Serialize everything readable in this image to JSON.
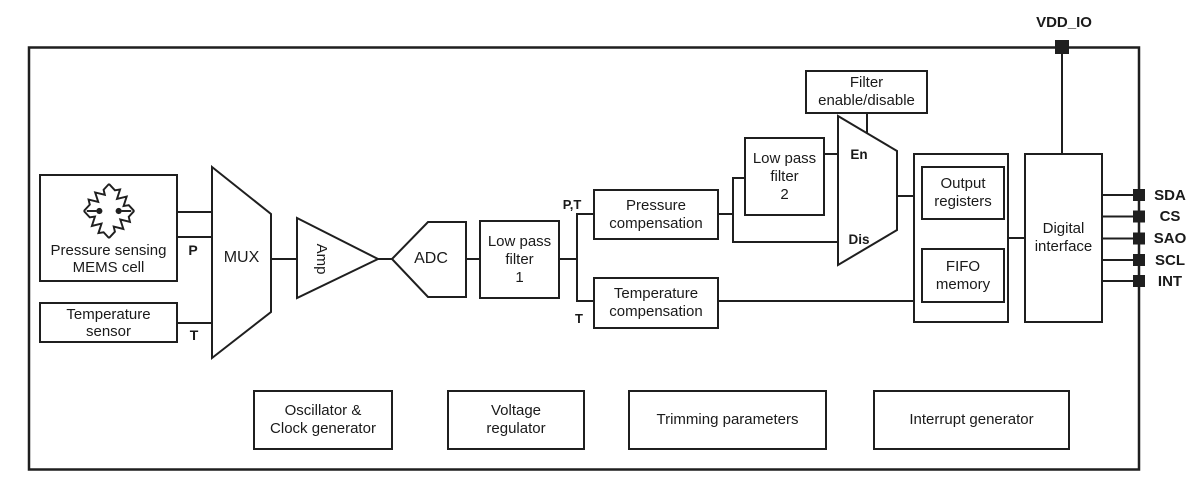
{
  "diagram": {
    "power_pin": "VDD_IO",
    "pins": [
      "SDA",
      "CS",
      "SAO",
      "SCL",
      "INT"
    ],
    "blocks": {
      "mems_cell": [
        "Pressure sensing",
        "MEMS cell"
      ],
      "temp_sensor": [
        "Temperature",
        "sensor"
      ],
      "mux": "MUX",
      "amp": "Amp",
      "adc": "ADC",
      "lpf1": [
        "Low pass",
        "filter",
        "1"
      ],
      "pressure_comp": [
        "Pressure",
        "compensation"
      ],
      "temp_comp": [
        "Temperature",
        "compensation"
      ],
      "lpf2": [
        "Low pass",
        "filter",
        "2"
      ],
      "filter_enable": [
        "Filter",
        "enable/disable"
      ],
      "output_registers": [
        "Output",
        "registers"
      ],
      "fifo_memory": [
        "FIFO",
        "memory"
      ],
      "digital_interface": [
        "Digital",
        "interface"
      ],
      "oscillator": [
        "Oscillator &",
        "Clock generator"
      ],
      "voltage_regulator": [
        "Voltage",
        "regulator"
      ],
      "trimming": "Trimming parameters",
      "interrupt": "Interrupt generator"
    },
    "signal_labels": {
      "p": "P",
      "t": "T",
      "pt": "P,T",
      "t_comp": "T",
      "en": "En",
      "dis": "Dis"
    },
    "colors": {
      "line": "#1f1f1f",
      "text": "#1a1a1a",
      "background": "#ffffff"
    }
  }
}
